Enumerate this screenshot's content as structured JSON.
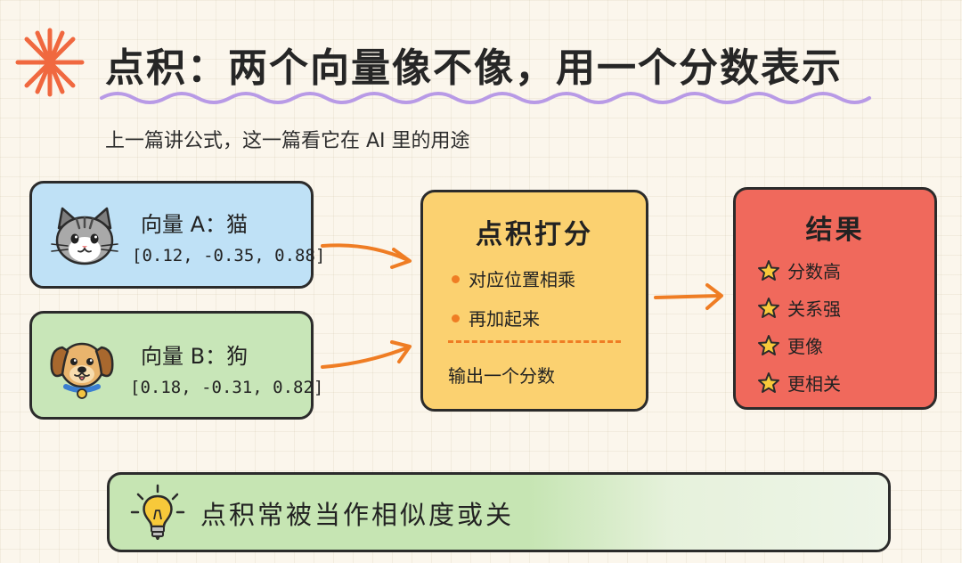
{
  "header": {
    "title": "点积：两个向量像不像，用一个分数表示",
    "subtitle": "上一篇讲公式，这一篇看它在 AI 里的用途"
  },
  "vectors": [
    {
      "title": "向量 A：猫",
      "values": "[0.12, -0.35, 0.88]",
      "icon": "cat-icon",
      "color": "#bfe1f6"
    },
    {
      "title": "向量 B：狗",
      "values": "[0.18, -0.31, 0.82]",
      "icon": "dog-icon",
      "color": "#c8e6b8"
    }
  ],
  "dot_product": {
    "title": "点积打分",
    "steps": [
      "对应位置相乘",
      "再加起来"
    ],
    "output": "输出一个分数",
    "color": "#fbd170"
  },
  "result": {
    "title": "结果",
    "items": [
      "分数高",
      "关系强",
      "更像",
      "更相关"
    ],
    "color": "#f0695c"
  },
  "note": {
    "text": "点积常被当作相似度或关",
    "icon": "lightbulb-icon",
    "color": "#c6e5b3"
  },
  "colors": {
    "accent_orange": "#ef7d24",
    "wave_purple": "#b89ae6",
    "background": "#fbf6ec"
  }
}
